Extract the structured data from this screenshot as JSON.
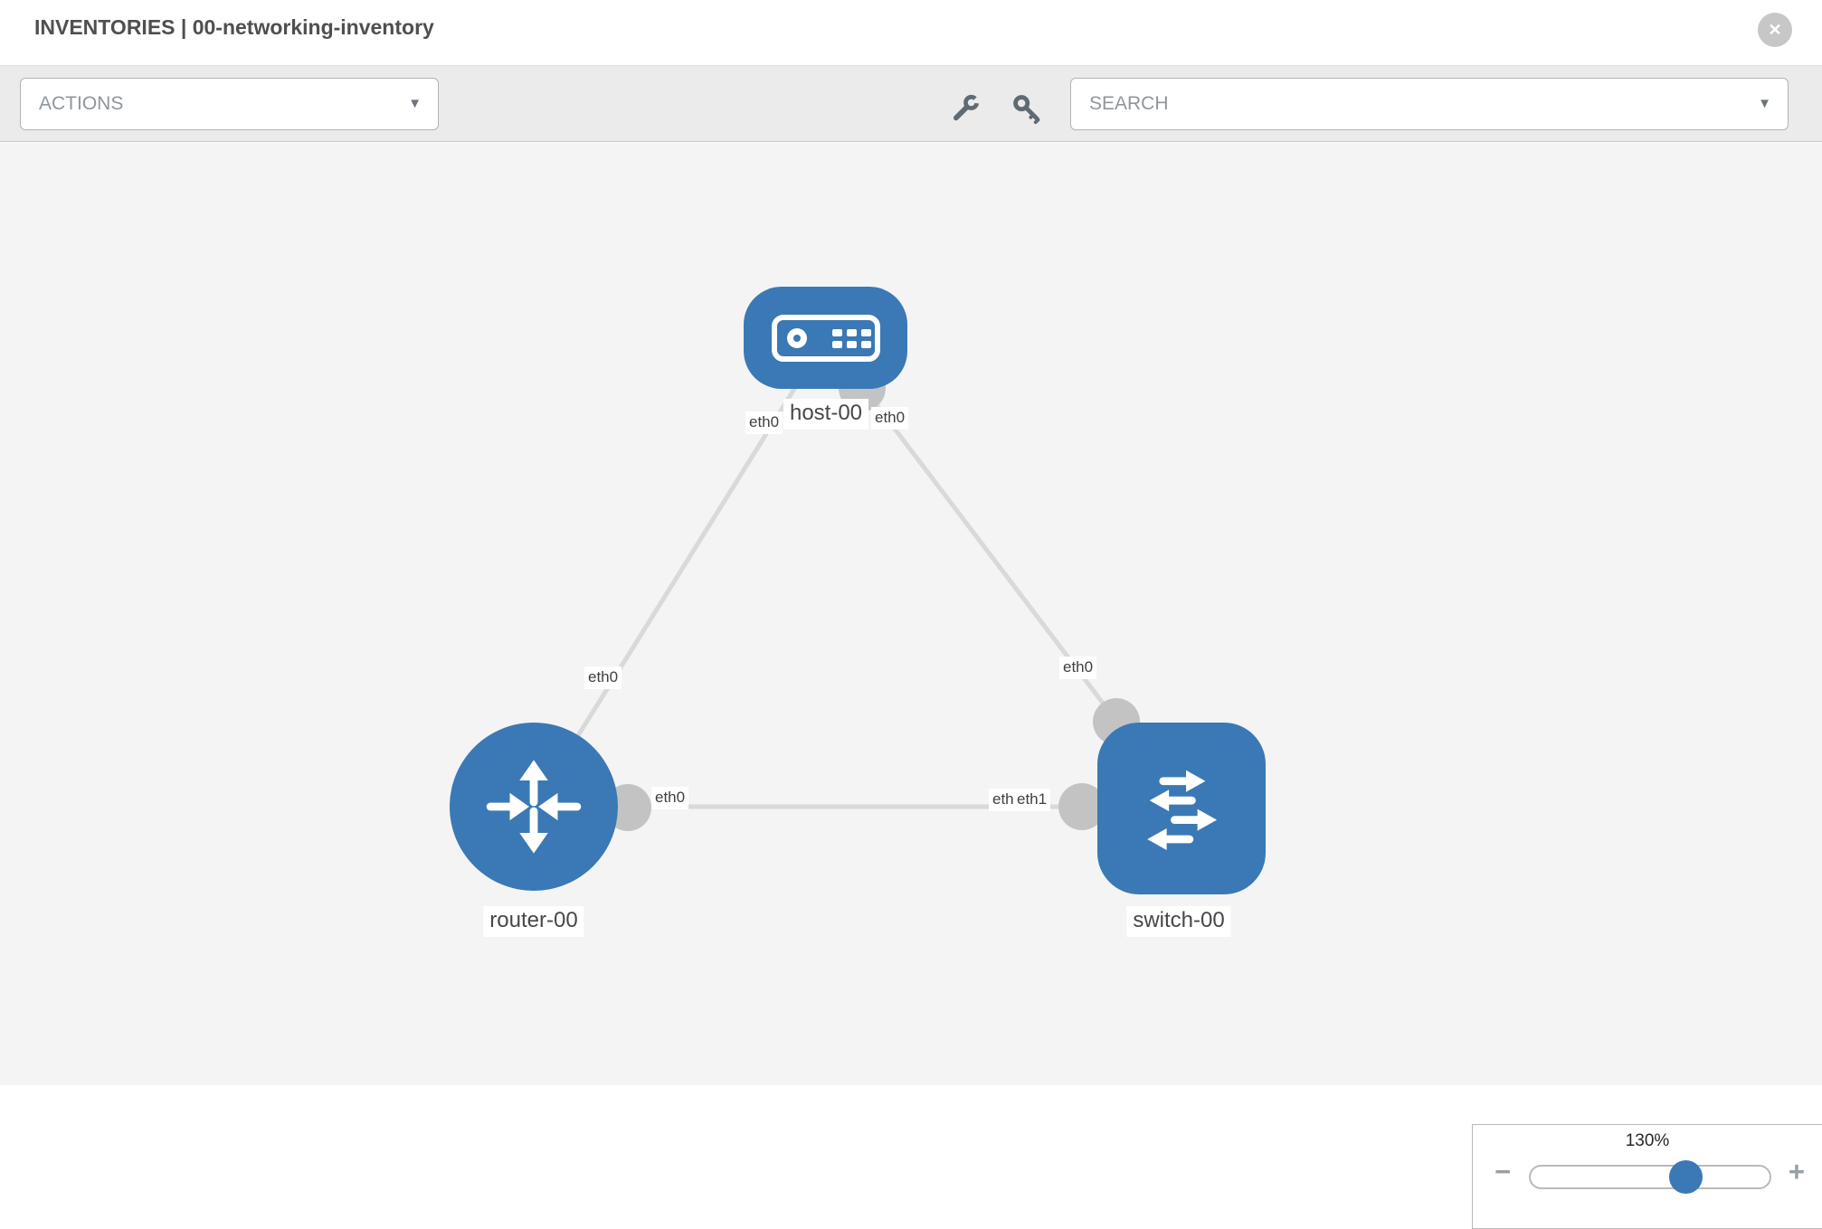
{
  "header": {
    "title": "INVENTORIES | 00-networking-inventory"
  },
  "toolbar": {
    "actions": {
      "label": "ACTIONS"
    },
    "search": {
      "placeholder": "SEARCH"
    },
    "tools": [
      {
        "icon": "wrench-icon"
      },
      {
        "icon": "key-icon"
      }
    ]
  },
  "icons": {
    "close": "✕",
    "caret_down": "▼",
    "minus": "−",
    "plus": "+"
  },
  "diagram": {
    "nodes": [
      {
        "id": "host-00",
        "type": "host",
        "label": "host-00",
        "icon": "host-icon",
        "color": "#3a79b5"
      },
      {
        "id": "router-00",
        "type": "router",
        "label": "router-00",
        "icon": "router-icon",
        "color": "#3a79b5"
      },
      {
        "id": "switch-00",
        "type": "switch",
        "label": "switch-00",
        "icon": "switch-icon",
        "color": "#3a79b5"
      }
    ],
    "links": [
      {
        "from": "host-00",
        "from_interface": "eth0",
        "to": "router-00",
        "to_interface": "eth0"
      },
      {
        "from": "host-00",
        "from_interface": "eth0",
        "to": "switch-00",
        "to_interface": "eth0"
      },
      {
        "from": "router-00",
        "from_interface": "eth0",
        "to": "switch-00",
        "to_interface": "eth1"
      }
    ],
    "interface_labels": [
      {
        "link": "host-00/router-00",
        "end": "host-00",
        "label": "eth0"
      },
      {
        "link": "host-00/switch-00",
        "end": "host-00",
        "label": "eth0"
      },
      {
        "link": "host-00/router-00",
        "end": "router-00",
        "label": "eth0"
      },
      {
        "link": "router-00/switch-00",
        "end": "router-00",
        "label": "eth0"
      },
      {
        "link": "host-00/switch-00",
        "end": "switch-00",
        "label": "eth0"
      },
      {
        "link": "router-00/switch-00",
        "end": "switch-00",
        "label": "eth0"
      },
      {
        "link": "router-00/switch-00",
        "end": "switch-00",
        "label": "eth1"
      }
    ]
  },
  "zoom_control": {
    "level": "130%"
  },
  "colors": {
    "node_blue": "#3a79b5",
    "link_gray": "#d9d9d9",
    "interface_gray": "#c3c3c3",
    "canvas_bg": "#f4f4f4",
    "toolbar_bg": "#ebebeb"
  }
}
